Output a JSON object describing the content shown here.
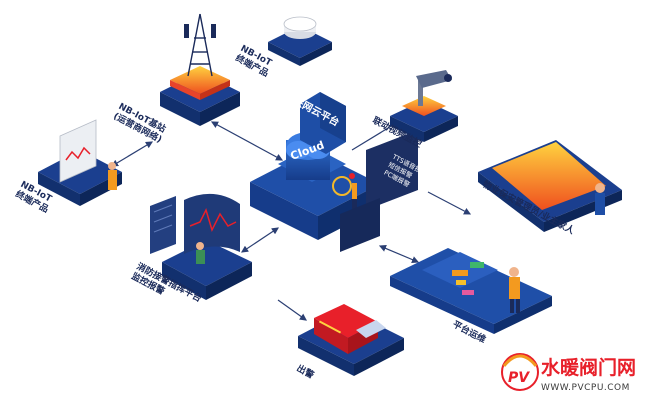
{
  "diagram": {
    "labels": {
      "nb_iot_terminal_top": "NB-IoT\n终端产品",
      "base_station": "NB-IoT基站\n(运营商网络)",
      "nb_iot_terminal_left": "NB-IoT\n终端产品",
      "iot_cloud_platform": "物联网云平台",
      "cloud": "Cloud",
      "video_monitor": "联动视频监控",
      "notify_list": [
        "TTS语音报警",
        "短信报警",
        "PC端报警"
      ],
      "property_manager": "物业保安管理员/业主家人",
      "fire_monitor_platform": "消防接警指挥平台\n监控报警",
      "platform_ops": "平台运维",
      "dispatch": "出警"
    },
    "watermark": {
      "cn": "水暖阀门网",
      "en": "WWW.PVCPU.COM",
      "logo_letters": "PV"
    },
    "colors": {
      "platform_blue": "#1f4fa8",
      "platform_dark": "#0f2f6e",
      "accent_orange": "#f39a1f",
      "accent_red": "#e8202a",
      "arrow": "#2b3f73"
    }
  }
}
